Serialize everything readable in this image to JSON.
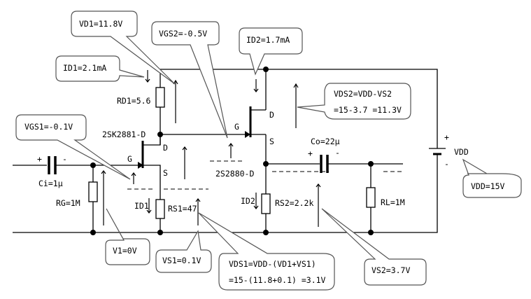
{
  "callouts": {
    "vd1": "VD1=11.8V",
    "vgs2": "VGS2=-0.5V",
    "id2": "ID2=1.7mA",
    "id1": "ID1=2.1mA",
    "vds2_line1": "VDS2=VDD-VS2",
    "vds2_line2": "=15-3.7 =11.3V",
    "vgs1": "VGS1=-0.1V",
    "vdd": "VDD=15V",
    "v1": "V1=0V",
    "vs1": "VS1=0.1V",
    "vds1_line1": "VDS1=VDD-(VD1+VS1)",
    "vds1_line2": "=15-(11.8+0.1) =3.1V",
    "vs2": "VS2=3.7V"
  },
  "labels": {
    "rd1": "RD1=5.6",
    "q1": "2SK2881-D",
    "q2": "2S2880-D",
    "g1": "G",
    "d1": "D",
    "s1": "S",
    "g2": "G",
    "d2": "D",
    "s2": "S",
    "ci": "Ci=1μ",
    "rg": "RG=1M",
    "id1": "ID1",
    "rs1": "RS1=47",
    "co": "Co=22μ",
    "id2": "ID2",
    "rs2": "RS2=2.2k",
    "rl": "RL=1M",
    "vdd": "VDD",
    "plus": "+",
    "minus": "-"
  }
}
